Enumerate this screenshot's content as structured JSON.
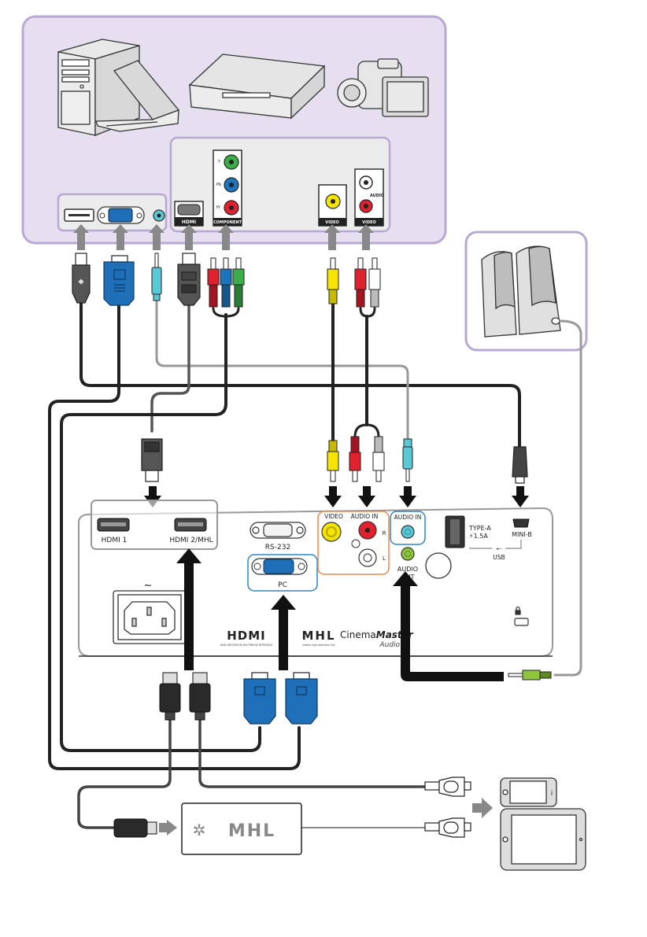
{
  "diagram": {
    "title": "Projector connection diagram",
    "colors": {
      "source_panel_bg": "#e6dff0",
      "source_panel_border": "#b7a8d4",
      "port_panel_bg": "#ececec",
      "vga_blue": "#1f6fb8",
      "component_green": "#3cae49",
      "component_blue": "#1c75bc",
      "red": "#e0212e",
      "yellow": "#f5e400",
      "aqua": "#5bc8d8",
      "lime": "#8cc63f",
      "orange_group": "#e98a4b",
      "blue_group": "#2f86c6",
      "arrow_gray": "#888888"
    },
    "source_devices": [
      {
        "name": "Desktop computer"
      },
      {
        "name": "Notebook computer"
      },
      {
        "name": "DVD player / set-top box"
      },
      {
        "name": "Camcorder"
      }
    ],
    "source_ports": {
      "hdmi": "HDMI",
      "component": "COMPONENT",
      "component_channels": [
        "Y",
        "Pb",
        "Pr"
      ],
      "video": "VIDEO",
      "audio_video": "VIDEO",
      "audio": "AUDIO"
    },
    "speakers": {
      "name": "Speakers"
    },
    "projector": {
      "hdmi1": "HDMI 1",
      "hdmi2": "HDMI 2/MHL",
      "rs232": "RS-232",
      "pc": "PC",
      "video": "VIDEO",
      "audio_in_rca": "AUDIO IN",
      "audio_in_r": "R",
      "audio_in_l": "L",
      "audio_in": "AUDIO IN",
      "audio_out_line1": "AUDIO",
      "audio_out_line2": "OUT",
      "type_a_line1": "TYPE-A",
      "type_a_line2": "⚡1.5A",
      "mini_b": "MINI-B",
      "usb": "USB",
      "power_symbol": "~",
      "logos": {
        "hdmi": "HDMI",
        "hdmi_tagline": "HIGH-DEFINITION MULTIMEDIA INTERFACE",
        "mhl": "MHL",
        "mhl_tagline": "mobile high-definition link",
        "cinema_a": "Cinema",
        "cinema_b": "Master",
        "cinema_c": "Audio"
      }
    },
    "mhl_adapter": {
      "logo": "MHL"
    },
    "mobile_devices": [
      {
        "name": "Smartphone"
      },
      {
        "name": "Tablet"
      }
    ]
  }
}
